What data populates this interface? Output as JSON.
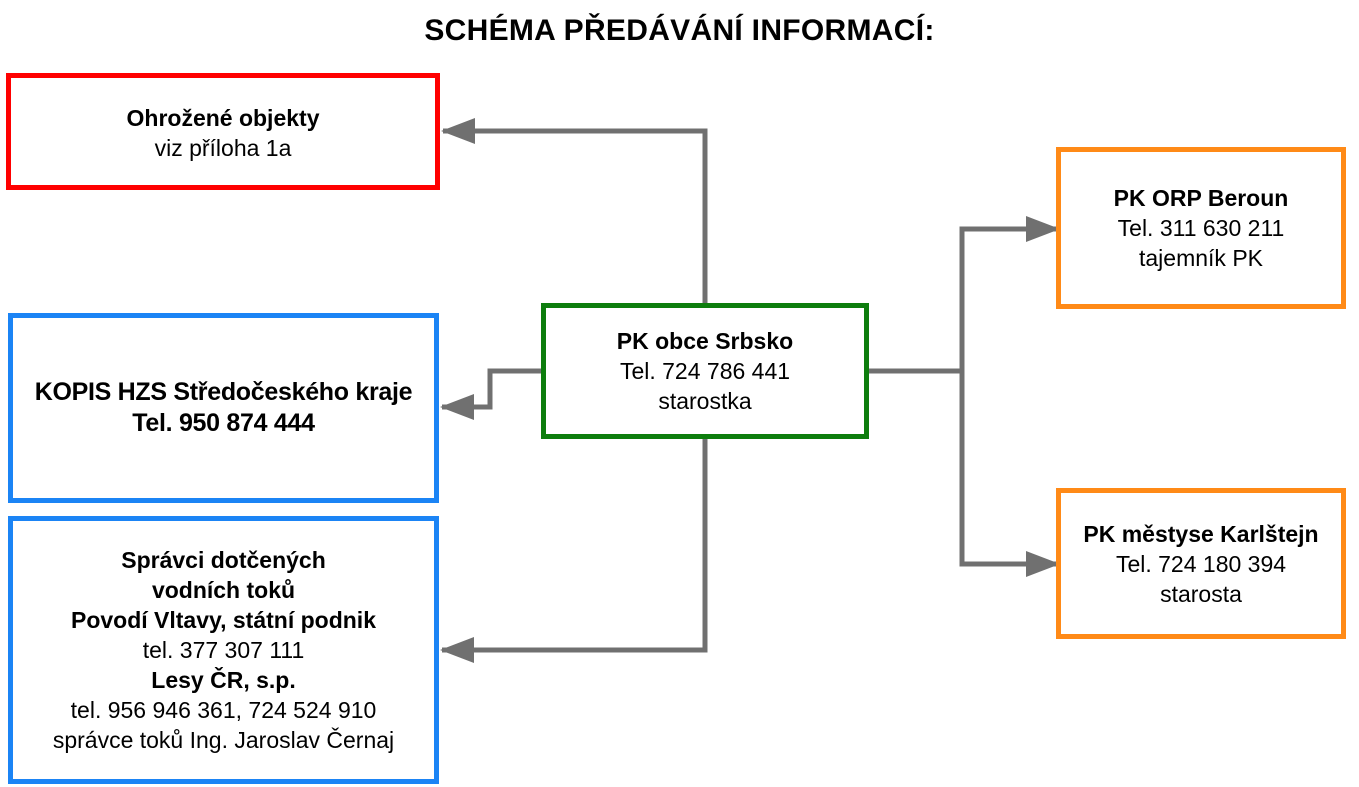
{
  "title": "SCHÉMA PŘEDÁVÁNÍ INFORMACÍ:",
  "colors": {
    "red": "#ff0000",
    "blue": "#1b84f5",
    "green": "#0d7d0d",
    "orange": "#ff8a17",
    "arrow": "#707070"
  },
  "boxes": {
    "ohrozene": {
      "line1": "Ohrožené objekty",
      "line2": "viz příloha 1a"
    },
    "kopis": {
      "line1": "KOPIS HZS Středočeského kraje",
      "line2": "Tel. 950 874 444"
    },
    "spravci": {
      "line1": "Správci dotčených",
      "line2": "vodních toků",
      "line3": "Povodí Vltavy, státní podnik",
      "line4": "tel. 377 307 111",
      "line5": "Lesy ČR, s.p.",
      "line6": "tel. 956 946 361, 724 524 910",
      "line7": "správce toků Ing. Jaroslav Černaj"
    },
    "obec": {
      "line1": "PK obce Srbsko",
      "line2": "Tel. 724 786 441",
      "line3": "starostka"
    },
    "orp": {
      "line1": "PK ORP Beroun",
      "line2": "Tel. 311 630 211",
      "line3": "tajemník PK"
    },
    "karlstejn": {
      "line1": "PK městyse Karlštejn",
      "line2": "Tel. 724 180 394",
      "line3": "starosta"
    }
  }
}
